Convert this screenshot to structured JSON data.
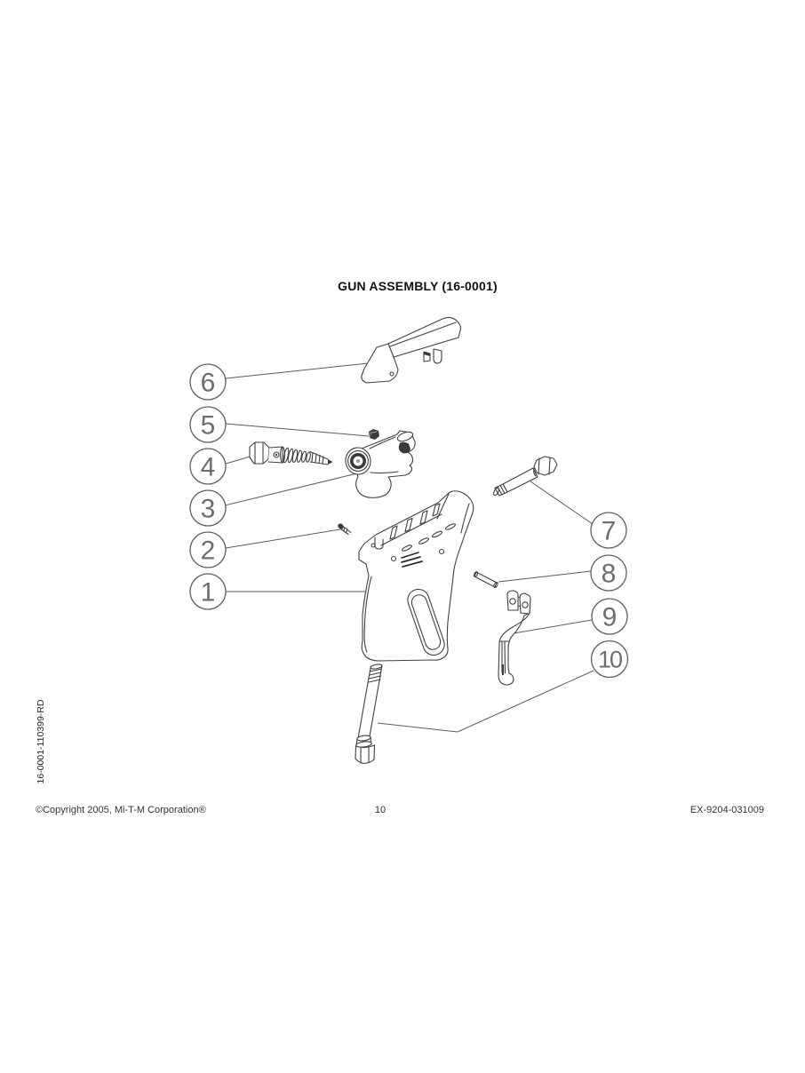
{
  "page": {
    "title": "GUN ASSEMBLY (16-0001)",
    "side_label": "16-0001-110399-RD",
    "footer": {
      "copyright": "©Copyright  2005, Mi-T-M Corporation®",
      "page_number": "10",
      "doc_code": "EX-9204-031009"
    }
  },
  "diagram": {
    "line_color": "#404040",
    "callouts": [
      {
        "number": "1"
      },
      {
        "number": "2"
      },
      {
        "number": "3"
      },
      {
        "number": "4"
      },
      {
        "number": "5"
      },
      {
        "number": "6"
      },
      {
        "number": "7"
      },
      {
        "number": "8"
      },
      {
        "number": "9"
      },
      {
        "number": "10"
      }
    ]
  }
}
